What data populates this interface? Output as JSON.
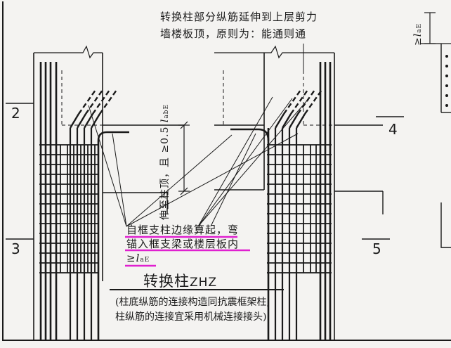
{
  "top_note": {
    "line1": "转换柱部分纵筋延伸到上层剪力",
    "line2": "墙楼板顶，原则为：能通则通"
  },
  "vertical_note": {
    "text": "伸至柱顶，且",
    "dim_prefix": "≥0.5",
    "dim_symbol": "l",
    "dim_sub": "abE"
  },
  "left_note": {
    "line1": "自框支柱边缘算起，弯",
    "line2": "锚入框支梁或楼层板内",
    "line3_prefix": "≥",
    "line3_symbol": "l",
    "line3_sub": "aE"
  },
  "right_partial": {
    "prefix": "≥",
    "symbol": "l",
    "sub": "aE"
  },
  "section_marks": [
    "2",
    "3",
    "4",
    "5"
  ],
  "caption": {
    "title_cn": "转换柱",
    "title_code": "ZHZ",
    "note_line1": "(柱底纵筋的连接构造同抗震框架柱;",
    "note_line2": "柱纵筋的连接宜采用机械连接接头)"
  },
  "colors": {
    "ink": "#1a1a1a",
    "highlight": "#e020d0",
    "paper": "#f4f3f1"
  }
}
